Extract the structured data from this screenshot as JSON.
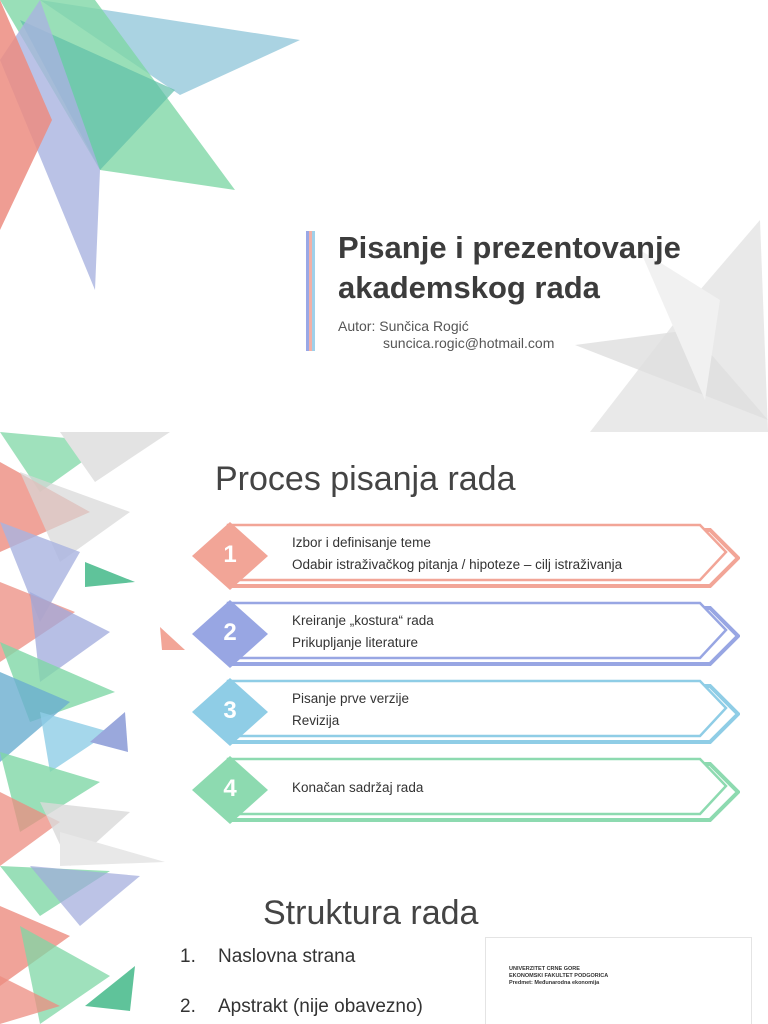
{
  "slide1": {
    "title_line1": "Pisanje i prezentovanje",
    "title_line2": "akademskog rada",
    "author": "Autor: Sunčica Rogić",
    "email": "suncica.rogic@hotmail.com"
  },
  "slide2": {
    "title": "Proces pisanja rada",
    "steps": [
      {
        "number": "1",
        "lines": [
          "Izbor i definisanje teme",
          "Odabir istraživačkog pitanja / hipoteze – cilj istraživanja"
        ],
        "color": "#f2a597"
      },
      {
        "number": "2",
        "lines": [
          "Kreiranje „kostura“ rada",
          "Prikupljanje literature"
        ],
        "color": "#98a6e3"
      },
      {
        "number": "3",
        "lines": [
          "Pisanje prve verzije",
          "Revizija"
        ],
        "color": "#8fcde6"
      },
      {
        "number": "4",
        "lines": [
          "Konačan sadržaj rada"
        ],
        "color": "#8ddab0"
      }
    ]
  },
  "slide3": {
    "title": "Struktura rada",
    "items": [
      {
        "num": "1.",
        "text": "Naslovna strana"
      },
      {
        "num": "2.",
        "text": "Apstrakt (nije obavezno)"
      }
    ],
    "thumbnail_lines": [
      "UNIVERZITET CRNE GORE",
      "EKONOMSKI FAKULTET PODGORICA",
      "Predmet: Međunarodna ekonomija"
    ]
  }
}
